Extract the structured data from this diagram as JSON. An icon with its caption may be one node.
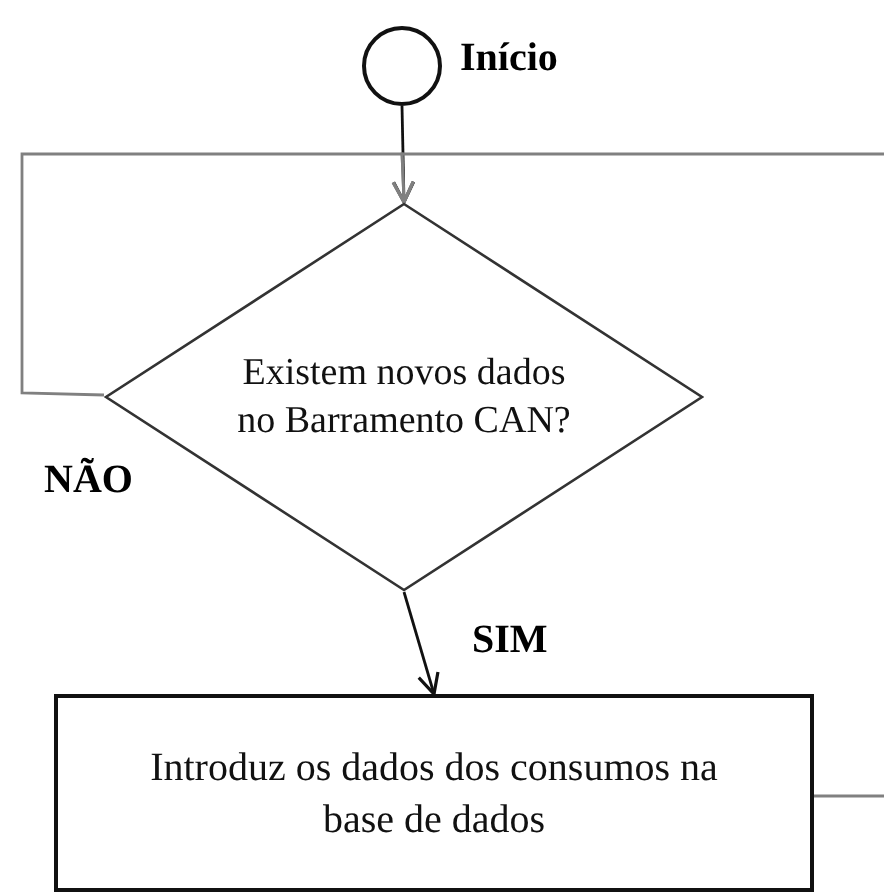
{
  "diagram": {
    "nodes": [
      {
        "text": [],
        "shape": "circle",
        "beside": [
          "Início"
        ]
      },
      {
        "text": [
          "Existem novos dados no Barramento CAN?"
        ]
      },
      {
        "text": [
          "Introduz os dados dos consumos na base de dados"
        ]
      }
    ],
    "edges": [
      {
        "from": 0,
        "to": 1,
        "arrow": "to",
        "color": "#111111"
      },
      {
        "from": 1,
        "to": 1,
        "arrow": "to",
        "label": "NÃO",
        "color": "#808080"
      },
      {
        "from": 1,
        "to": 2,
        "arrow": "to",
        "label": "SIM",
        "color": "#111111"
      },
      {
        "from": 2,
        "to": null,
        "arrow": "none",
        "color": "#808080"
      },
      {
        "from": null,
        "to": 1,
        "arrow": "to",
        "color": "#808080"
      }
    ]
  }
}
